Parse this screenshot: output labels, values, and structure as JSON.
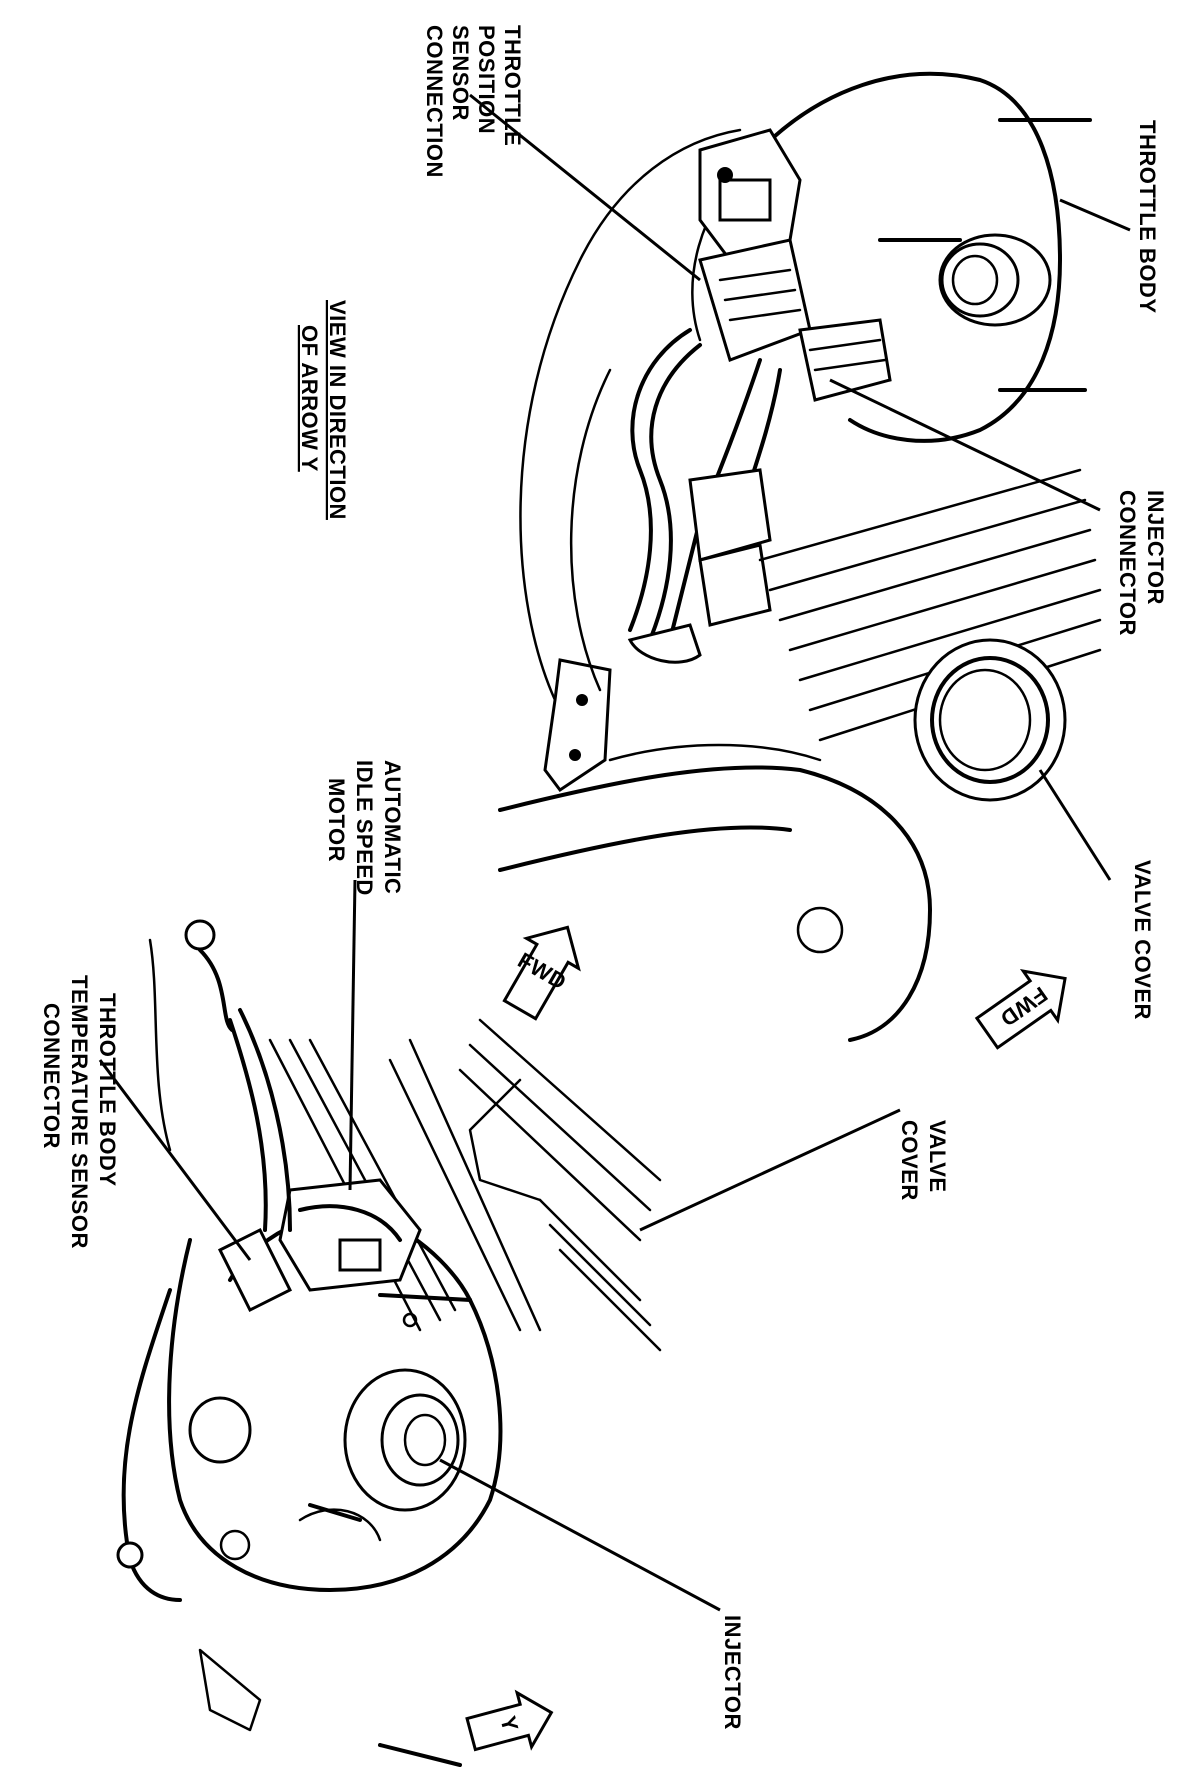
{
  "labels": {
    "throttle_position_sensor_connection": [
      "THROTTLE",
      "POSITION",
      "SENSOR",
      "CONNECTION"
    ],
    "throttle_body": [
      "THROTTLE BODY"
    ],
    "view_title": [
      "VIEW IN DIRECTION",
      "OF ARROW Y"
    ],
    "injector_connector": [
      "INJECTOR",
      "CONNECTOR"
    ],
    "valve_cover_top": [
      "VALVE COVER"
    ],
    "fwd_top": "FWD",
    "automatic_idle_speed_motor": [
      "AUTOMATIC",
      "IDLE SPEED",
      "MOTOR"
    ],
    "fwd_bottom": "FWD",
    "valve_cover_bottom": [
      "VALVE",
      "COVER"
    ],
    "throttle_body_temperature_sensor_connector": [
      "THROTTLE BODY",
      "TEMPERATURE SENSOR",
      "CONNECTOR"
    ],
    "injector": [
      "INJECTOR"
    ],
    "arrow_y": "Y"
  }
}
